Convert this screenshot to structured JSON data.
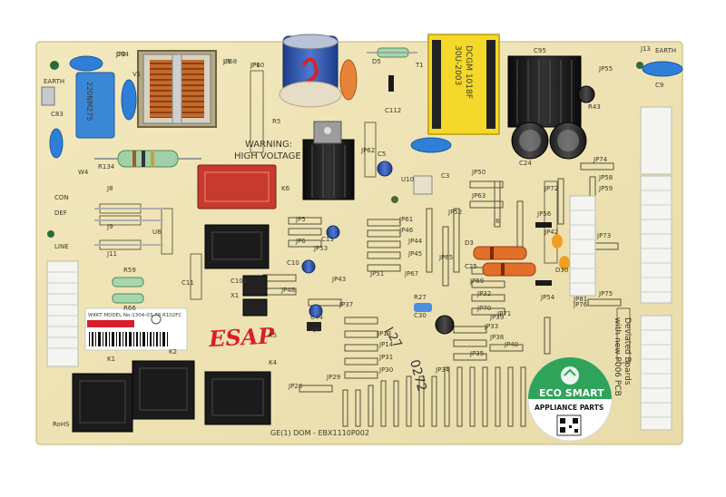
{
  "board": {
    "warning_line1": "WARNING:",
    "warning_line2": "HIGH VOLTAGE",
    "handwritten_mark": "ESAP",
    "handwritten_code": "0272",
    "handwritten_code2": "L27",
    "part_number": "GE(1) DOM - EBX1110P002",
    "rohs": "RoHS",
    "sticker_model": "WKKT MODEL No:1304-03-78  R102FC",
    "deviated_line1": "Deviated Boards",
    "deviated_line2": "with new P006 PCB",
    "transformer_top": "30U-2003",
    "transformer_bottom": "DCGM 1018F",
    "cap_label": "220NM275",
    "earth_left": "EARTH",
    "earth_right": "EARTH",
    "conn_labels": [
      "CON",
      "DEF",
      "LINE"
    ],
    "ref_labels": [
      "C84",
      "L1",
      "JP1",
      "V1",
      "C83",
      "R134",
      "W4",
      "J8",
      "J9",
      "J11",
      "R59",
      "R66",
      "K1",
      "K2",
      "K5",
      "K4",
      "K6",
      "T1",
      "C95",
      "J13",
      "C9",
      "R5",
      "C112",
      "D5",
      "C5",
      "U10",
      "C3",
      "JP50",
      "JP63",
      "JP62",
      "JP5",
      "JP6",
      "C13",
      "JP53",
      "C10",
      "JP48",
      "JP43",
      "JP61",
      "JP46",
      "JP44",
      "JP45",
      "JP51",
      "JP67",
      "JP65",
      "JP52",
      "JP37",
      "JP13",
      "JP14",
      "JP31",
      "JP30",
      "JP29",
      "JP28",
      "JP40",
      "JP38",
      "JP39",
      "JP35",
      "JP34",
      "JP33",
      "JP32",
      "JP69",
      "JP70",
      "JP71",
      "JP72",
      "JP73",
      "JP74",
      "JP75",
      "JP76",
      "JP81",
      "JP58",
      "JP59",
      "JP55",
      "JP56",
      "JP54",
      "JP42",
      "D30",
      "D3",
      "C25",
      "C24",
      "R43",
      "R27",
      "C30",
      "C106",
      "X1",
      "C44",
      "U7",
      "U8",
      "C11",
      "J6",
      "JP2",
      "JP68",
      "JP60"
    ],
    "eco_line1": "ECO SMART",
    "eco_line2": "APPLIANCE PARTS"
  },
  "colors": {
    "pcb": "#efe3b4",
    "silkscreen": "#3a3a2a",
    "handwriting": "#d81e2a",
    "relay_red": "#c8392e",
    "capacitor_blue": "#2f7fd8",
    "eco_green": "#2fa35a"
  }
}
